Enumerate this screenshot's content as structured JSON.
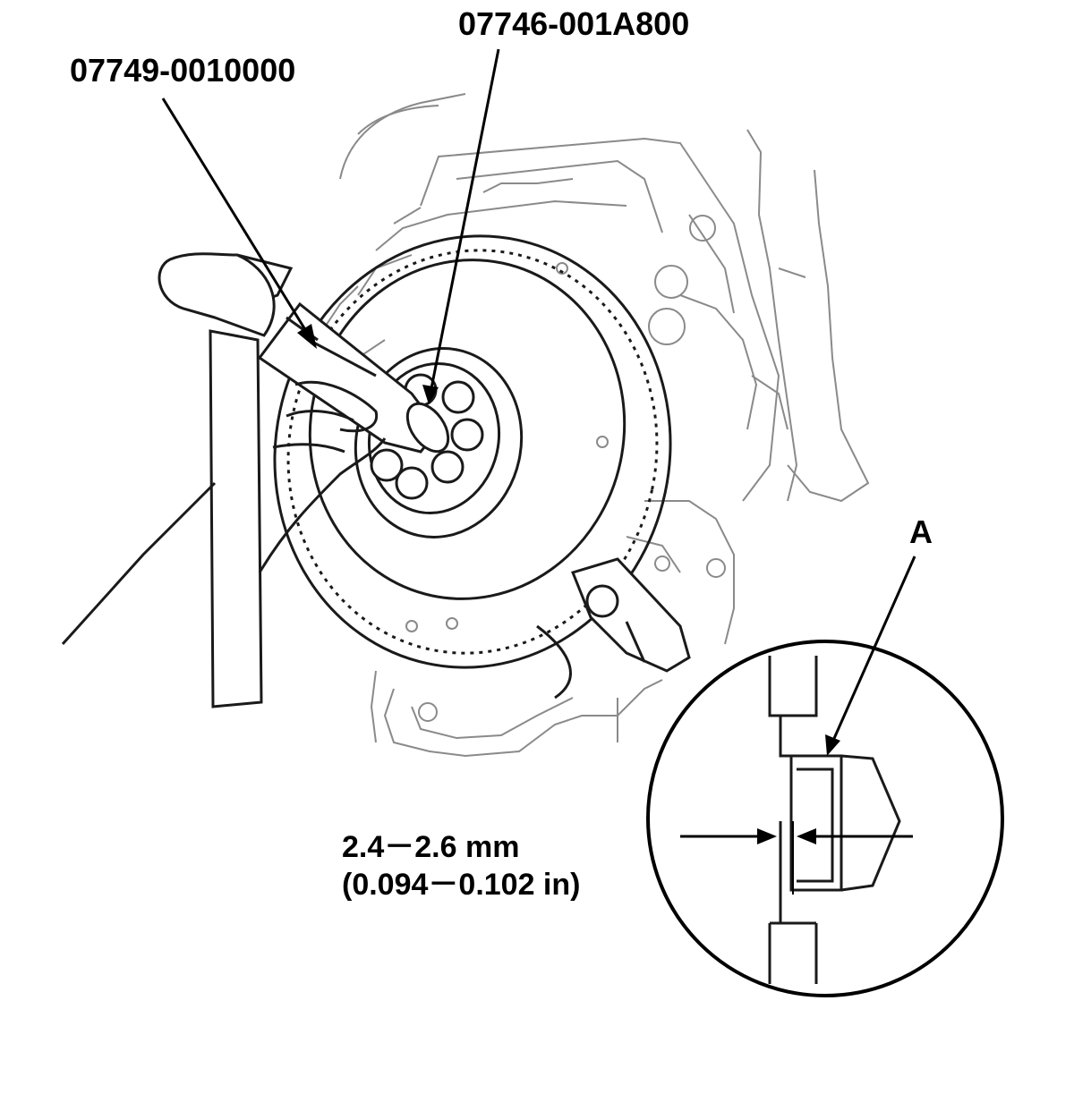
{
  "labels": {
    "driver_tool": "07749-0010000",
    "attachment_tool": "07746-001A800",
    "detail_callout": "A",
    "dimension_mm": "2.4－2.6 mm",
    "dimension_in": "(0.094－0.102 in)"
  },
  "colors": {
    "line": "#000000",
    "background": "#ffffff",
    "faint_line": "#8a8a8a"
  }
}
